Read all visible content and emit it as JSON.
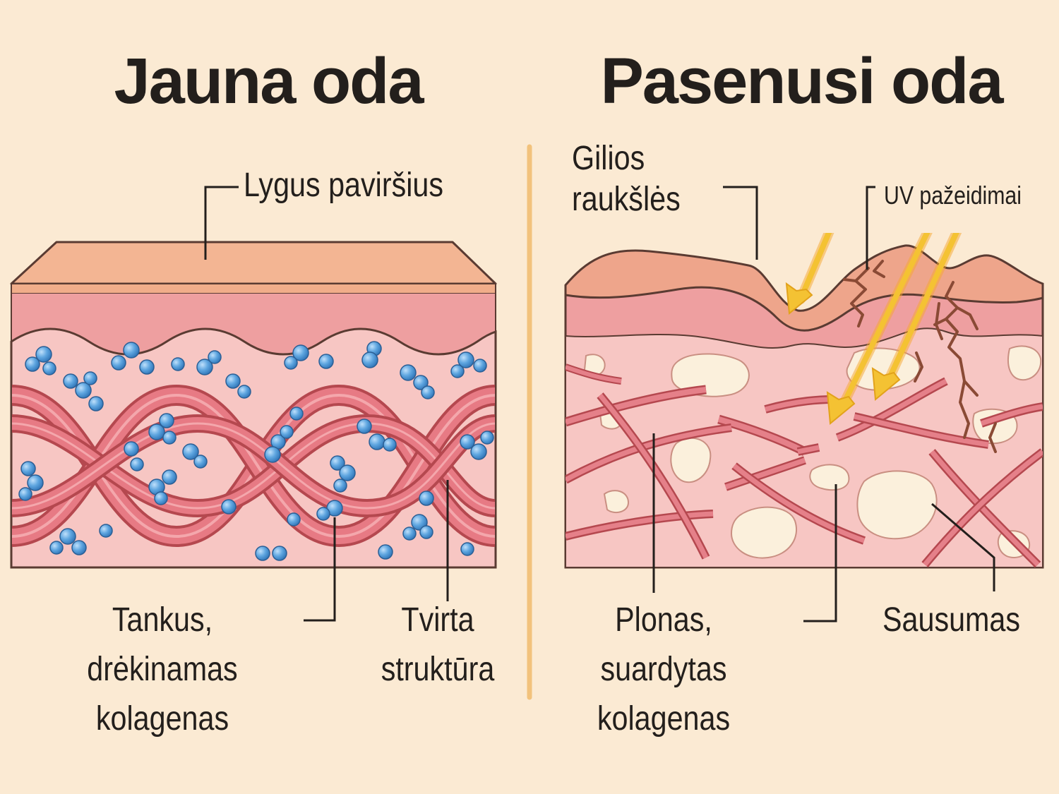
{
  "left_panel": {
    "title": "Jauna oda",
    "label_surface": "Lygus paviršius",
    "label_collagen": [
      "Tankus,",
      "drėkinamas",
      "kolagenas"
    ],
    "label_structure": [
      "Tvirta",
      "struktūra"
    ]
  },
  "right_panel": {
    "title": "Pasenusi oda",
    "label_wrinkles": [
      "Gilios",
      "raukšlės"
    ],
    "label_uv": "UV pažeidimai",
    "label_collagen": [
      "Plonas,",
      "suardytas",
      "kolagenas"
    ],
    "label_dryness": "Sausumas"
  },
  "colors": {
    "background": "#fbead3",
    "surface": "#f3b593",
    "epidermis": "#ee9fa0",
    "dermis": "#f7c6c3",
    "collagen": "#dd6f79",
    "water": "#4f97d6",
    "uv": "#f4c233",
    "divider": "#f2c27c",
    "crack": "#8a4a35",
    "dry_void": "#fbf0dc"
  }
}
